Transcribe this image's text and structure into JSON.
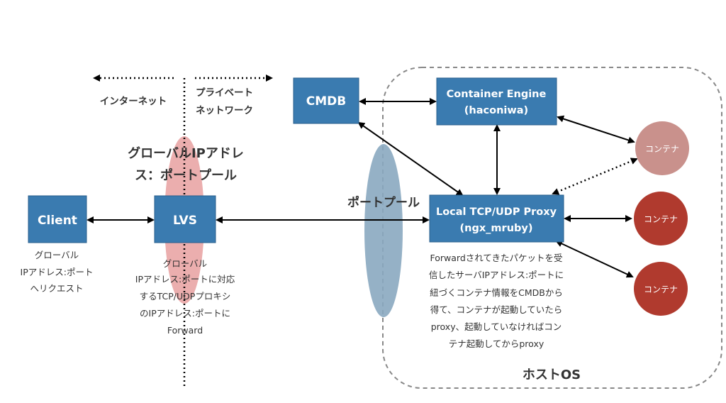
{
  "labels": {
    "internet": "インターネット",
    "private_network_1": "プライベート",
    "private_network_2": "ネットワーク",
    "global_ip_pool_1": "グローバルIPアドレ",
    "global_ip_pool_2": "ス：ポートプール",
    "port_pool": "ポートプール",
    "host_os": "ホストOS"
  },
  "boxes": {
    "client": "Client",
    "lvs": "LVS",
    "cmdb": "CMDB",
    "container_engine_1": "Container Engine",
    "container_engine_2": "(haconiwa)",
    "proxy_1": "Local TCP/UDP Proxy",
    "proxy_2": "(ngx_mruby)"
  },
  "containers": {
    "stopped": "コンテナ",
    "running_1": "コンテナ",
    "running_2": "コンテナ"
  },
  "notes": {
    "client": [
      "グローバル",
      "IPアドレス:ポート",
      "へリクエスト"
    ],
    "lvs": [
      "グローバル",
      "IPアドレス:ポートに対応",
      "するTCP/UDPプロキシ",
      "のIPアドレス:ポートに",
      "Forward"
    ],
    "proxy": [
      "Forwardされてきたパケットを受",
      "信したサーバIPアドレス:ポートに",
      "紐づくコンテナ情報をCMDBから",
      "得て、コンテナが起動していたら",
      "proxy、起動していなければコン",
      "テナ起動してからproxy"
    ]
  },
  "colors": {
    "box_fill": "#3a7bb0",
    "pink_ellipse": "#e8a0a0",
    "blue_ellipse": "#8aa9c0",
    "container_stopped": "#c9918c",
    "container_running": "#b03a2e"
  }
}
